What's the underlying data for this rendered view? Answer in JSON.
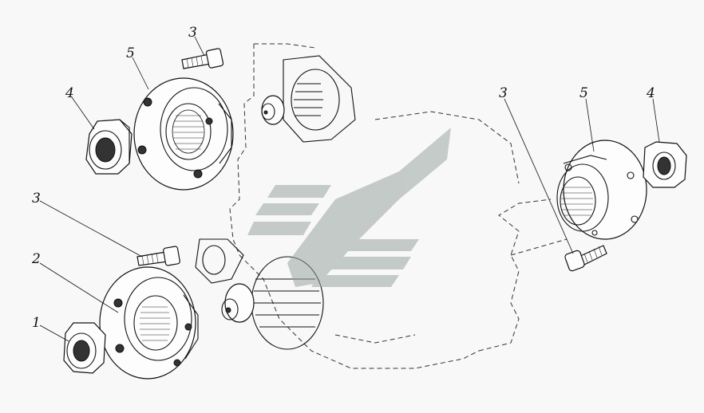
{
  "diagram": {
    "callouts": [
      {
        "id": "c3-top",
        "label": "3"
      },
      {
        "id": "c5-left",
        "label": "5"
      },
      {
        "id": "c4-left",
        "label": "4"
      },
      {
        "id": "c3-mid",
        "label": "3"
      },
      {
        "id": "c2",
        "label": "2"
      },
      {
        "id": "c1",
        "label": "1"
      },
      {
        "id": "c3-right",
        "label": "3"
      },
      {
        "id": "c5-right",
        "label": "5"
      },
      {
        "id": "c4-right",
        "label": "4"
      }
    ],
    "watermark_color": "#9aa5a0"
  }
}
